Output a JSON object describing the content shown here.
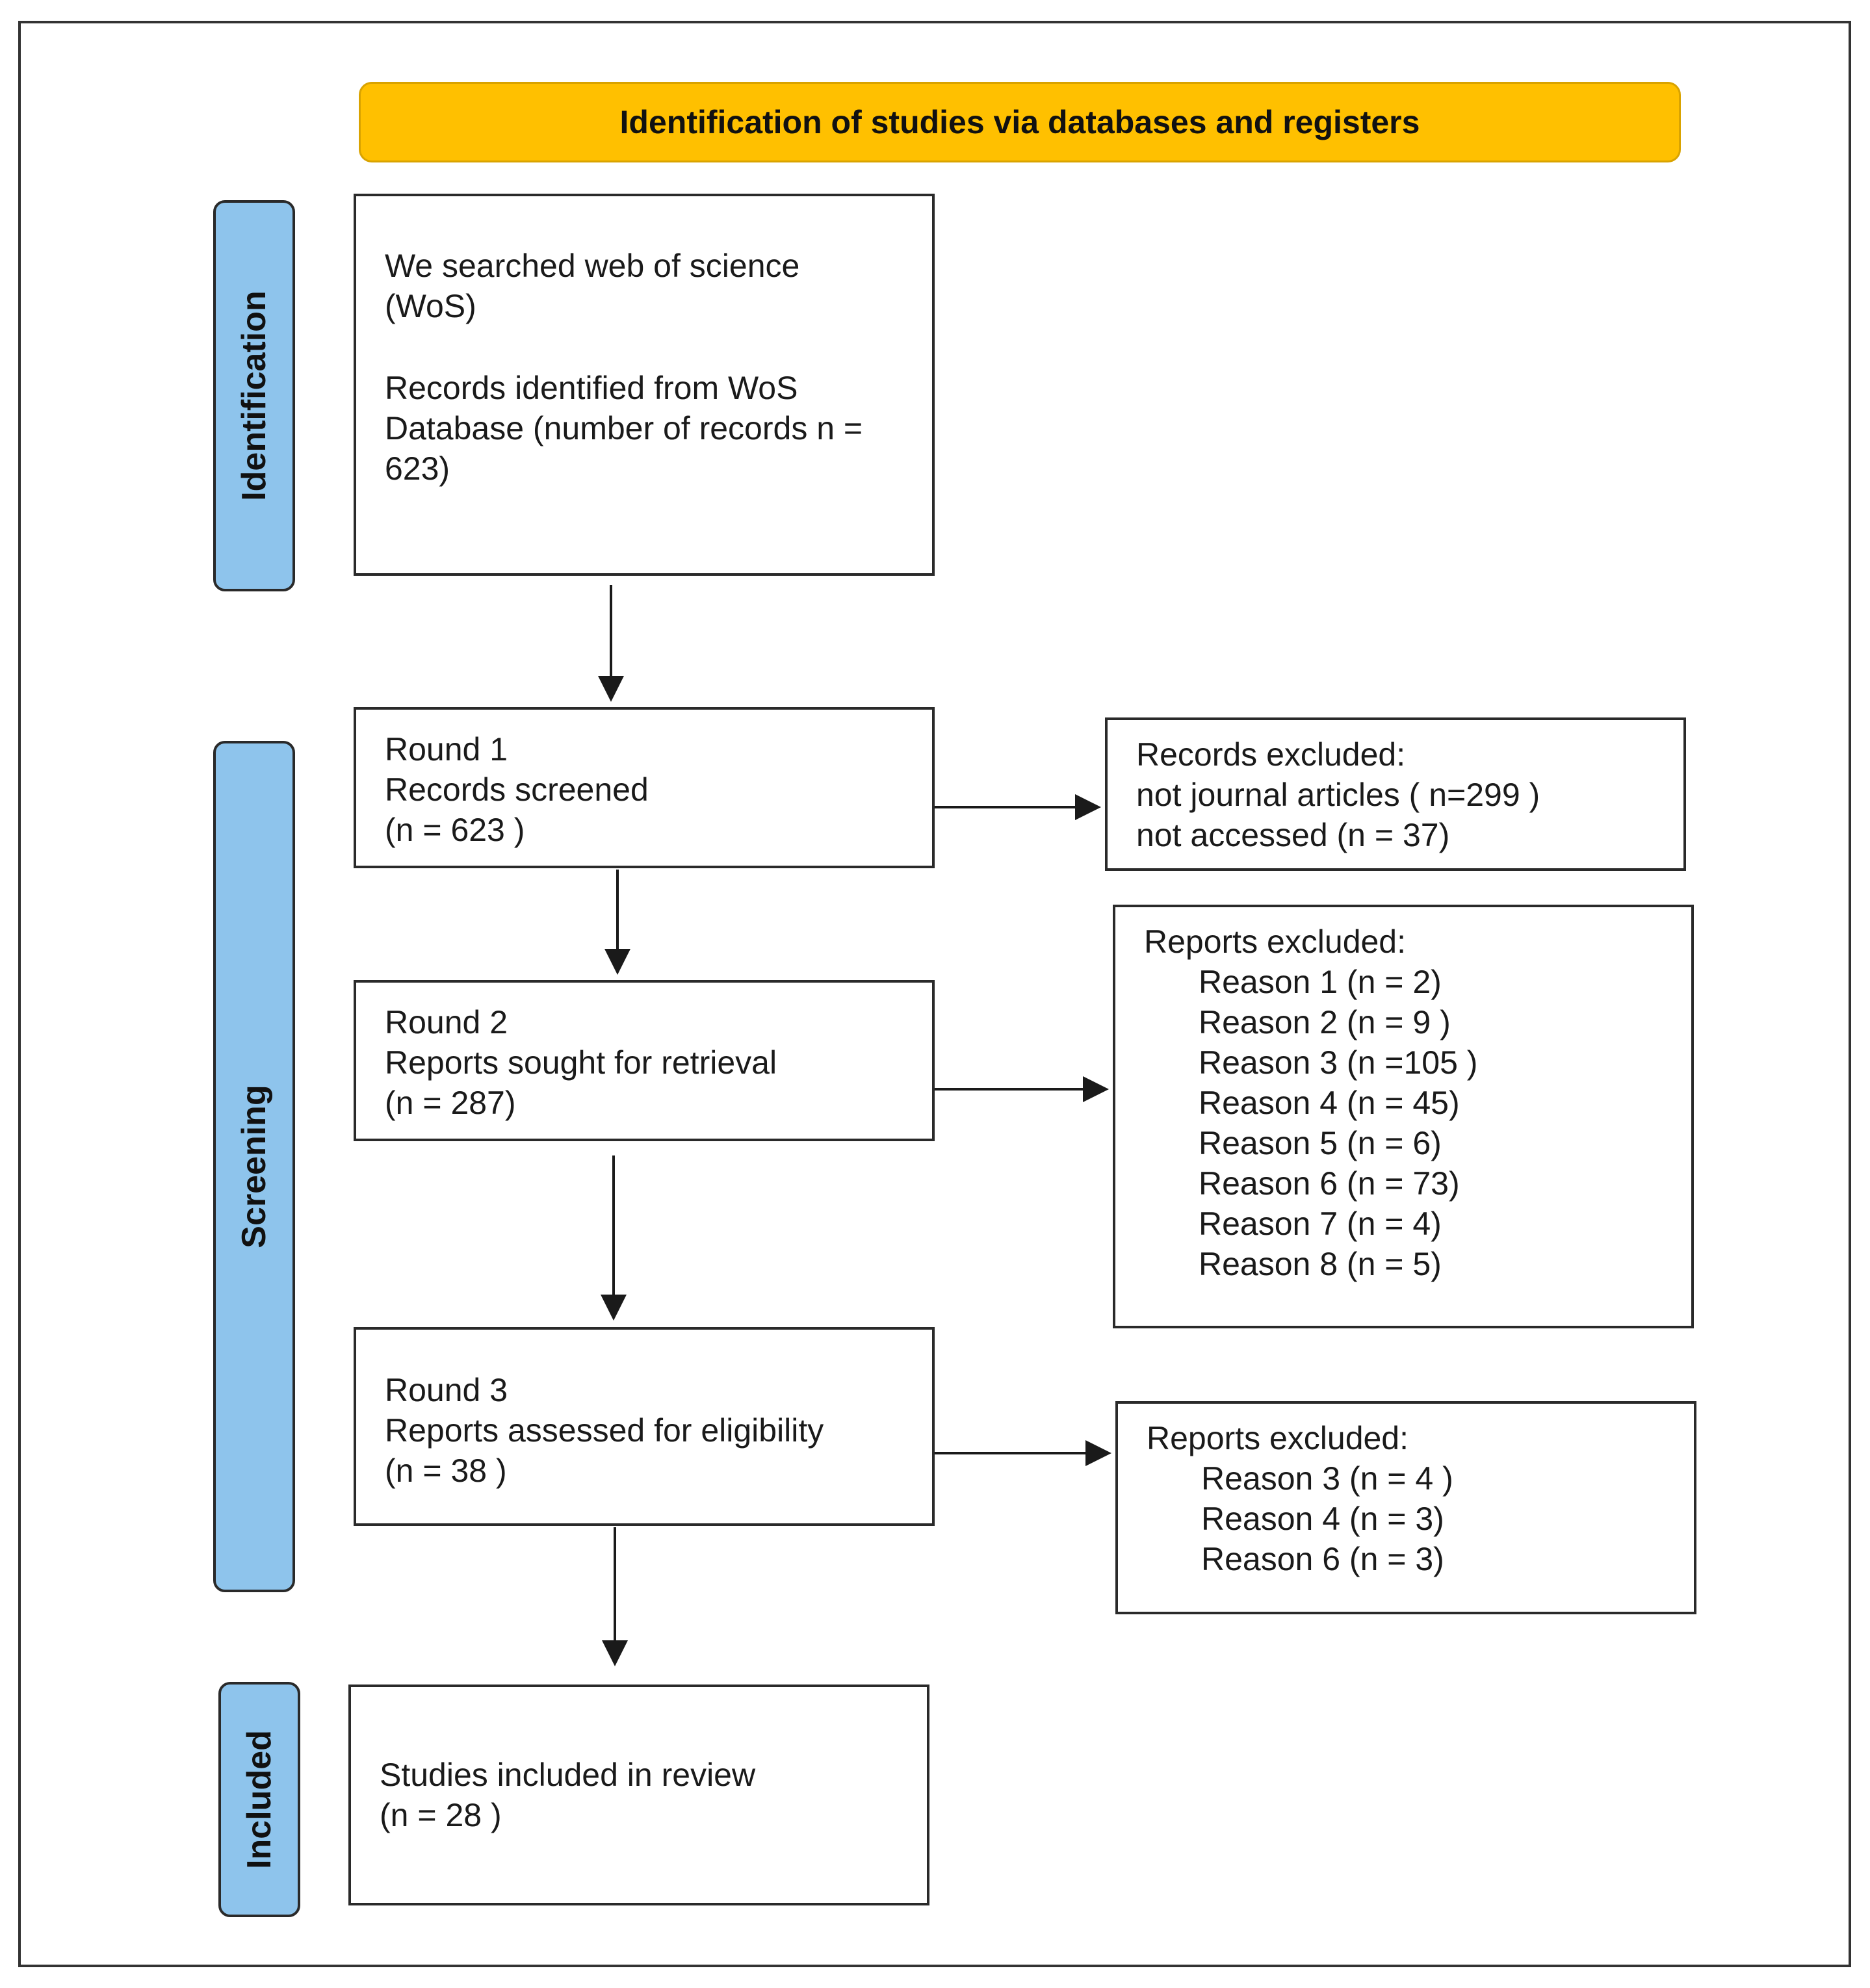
{
  "banner": {
    "title": "Identification of studies via databases and registers"
  },
  "phases": {
    "identification": "Identification",
    "screening": "Screening",
    "included": "Included"
  },
  "boxes": {
    "identification": {
      "line1": "We searched web of science",
      "line2": "(WoS)",
      "line3": "Records identified from WoS",
      "line4": "Database (number of records n =",
      "line5": "623)"
    },
    "round1": {
      "line1": "Round 1",
      "line2": "Records screened",
      "line3": "(n = 623 )"
    },
    "round2": {
      "line1": "Round 2",
      "line2": "Reports sought for retrieval",
      "line3": "(n = 287)"
    },
    "round3": {
      "line1": "Round 3",
      "line2": "Reports assessed for eligibility",
      "line3": "(n = 38 )"
    },
    "included": {
      "line1": "Studies included in review",
      "line2": "(n = 28 )"
    }
  },
  "exclusions": {
    "round1": {
      "title": "Records excluded:",
      "items": [
        "not journal articles ( n=299 )",
        "not accessed (n = 37)"
      ]
    },
    "round2": {
      "title": "Reports excluded:",
      "items": [
        "Reason 1 (n = 2)",
        "Reason 2 (n = 9 )",
        "Reason 3 (n =105 )",
        "Reason 4 (n = 45)",
        "Reason 5 (n = 6)",
        "Reason 6 (n = 73)",
        "Reason 7 (n = 4)",
        "Reason 8 (n = 5)"
      ]
    },
    "round3": {
      "title": "Reports excluded:",
      "items": [
        "Reason 3 (n = 4 )",
        "Reason 4 (n = 3)",
        "Reason 6 (n = 3)"
      ]
    }
  },
  "colors": {
    "banner": "#ffc000",
    "phase": "#8ec4ec",
    "stroke": "#1a1a1a"
  }
}
